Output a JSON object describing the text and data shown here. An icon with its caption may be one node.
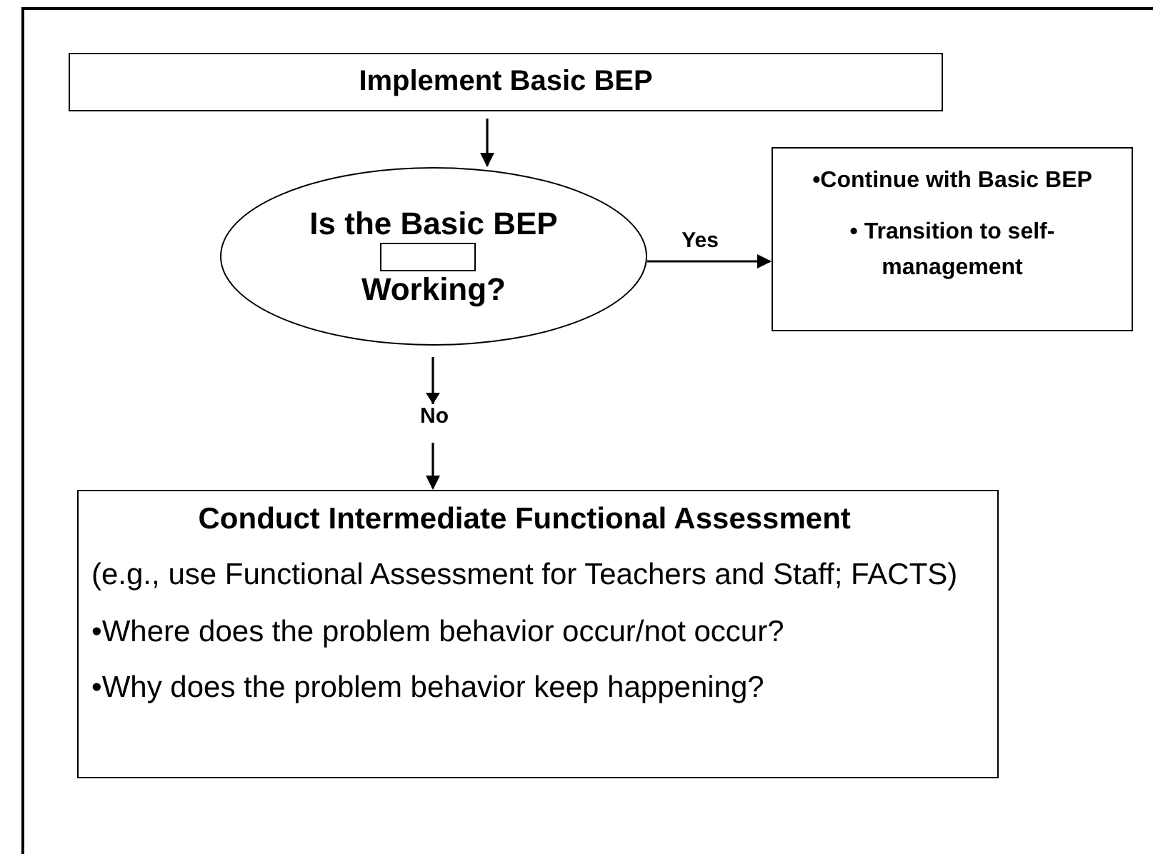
{
  "diagram": {
    "nodes": [
      {
        "text": [
          "Implement Basic BEP"
        ]
      },
      {
        "text": [
          "Is the Basic BEP",
          "Working?"
        ]
      },
      {
        "text": [],
        "shape": "box",
        "in": 1
      },
      {
        "text": [
          "•Continue with Basic BEP",
          "• Transition to self-management"
        ]
      },
      {
        "text": [
          "Conduct Intermediate Functional Assessment",
          "(e.g., use Functional Assessment for Teachers and Staff; FACTS)",
          "•Where does the problem behavior occur/not occur?",
          "•Why does the problem behavior keep happening?"
        ]
      }
    ],
    "edges": [
      {
        "from": 0,
        "to": 1,
        "arrow": "to"
      },
      {
        "from": 1,
        "to": 3,
        "arrow": "to",
        "label": "Yes"
      },
      {
        "from": 1,
        "to": 4,
        "arrow": "to",
        "label": "No"
      }
    ]
  }
}
